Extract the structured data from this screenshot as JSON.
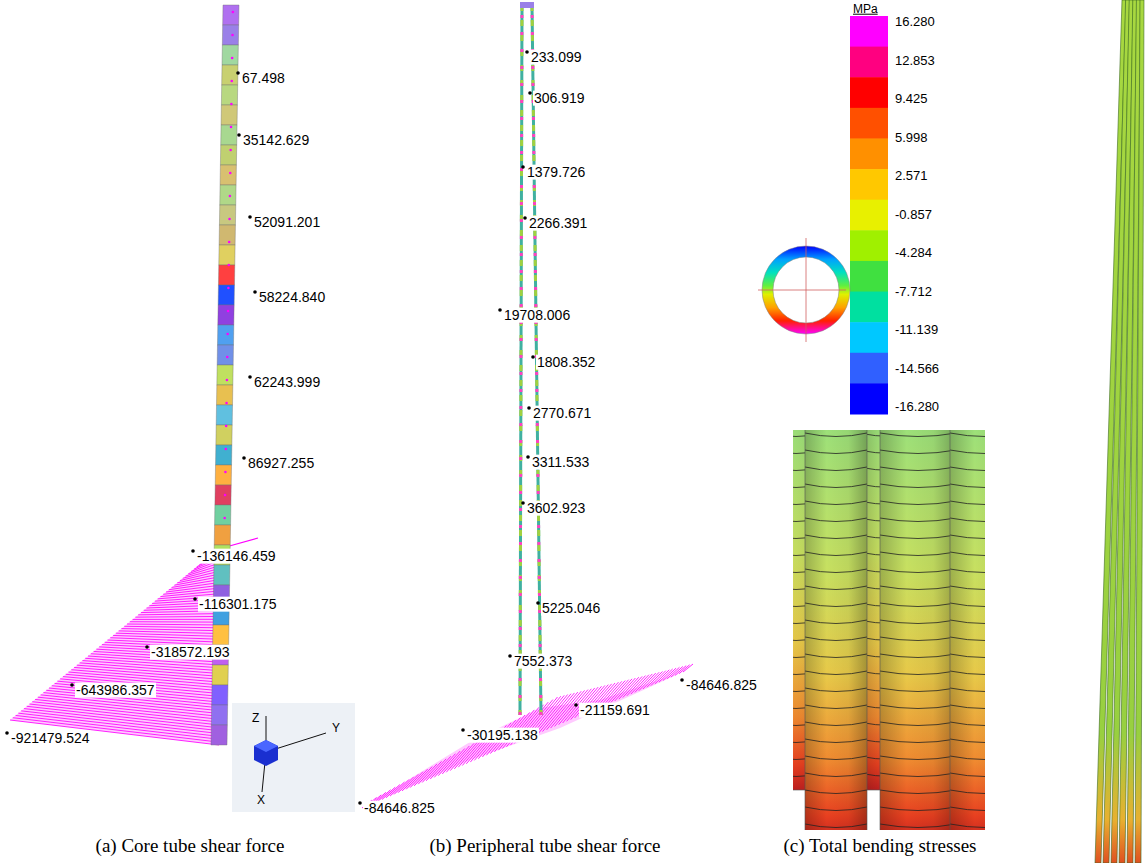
{
  "diagram": {
    "labels": [
      "67.498",
      "35142.629",
      "52091.201",
      "58224.840",
      "62243.999",
      "86927.255",
      "-136146.459",
      "-116301.175",
      "-318572.193",
      "-643986.357",
      "-921479.524",
      "Z",
      "Y",
      "X",
      "233.099",
      "306.919",
      "1379.726",
      "2266.391",
      "19708.006",
      "1808.352",
      "2770.671",
      "3311.533",
      "3602.923",
      "5225.046",
      "7552.373",
      "-84646.825",
      "-21159.691",
      "-30195.138",
      "-84646.825",
      "MPa",
      "16.280",
      "12.853",
      "9.425",
      "5.998",
      "2.571",
      "-0.857",
      "-4.284",
      "-7.712",
      "-11.139",
      "-14.566",
      "-16.280",
      "(a) Core tube shear force",
      "(b) Peripheral tube shear force",
      "(c) Total bending stresses"
    ]
  }
}
